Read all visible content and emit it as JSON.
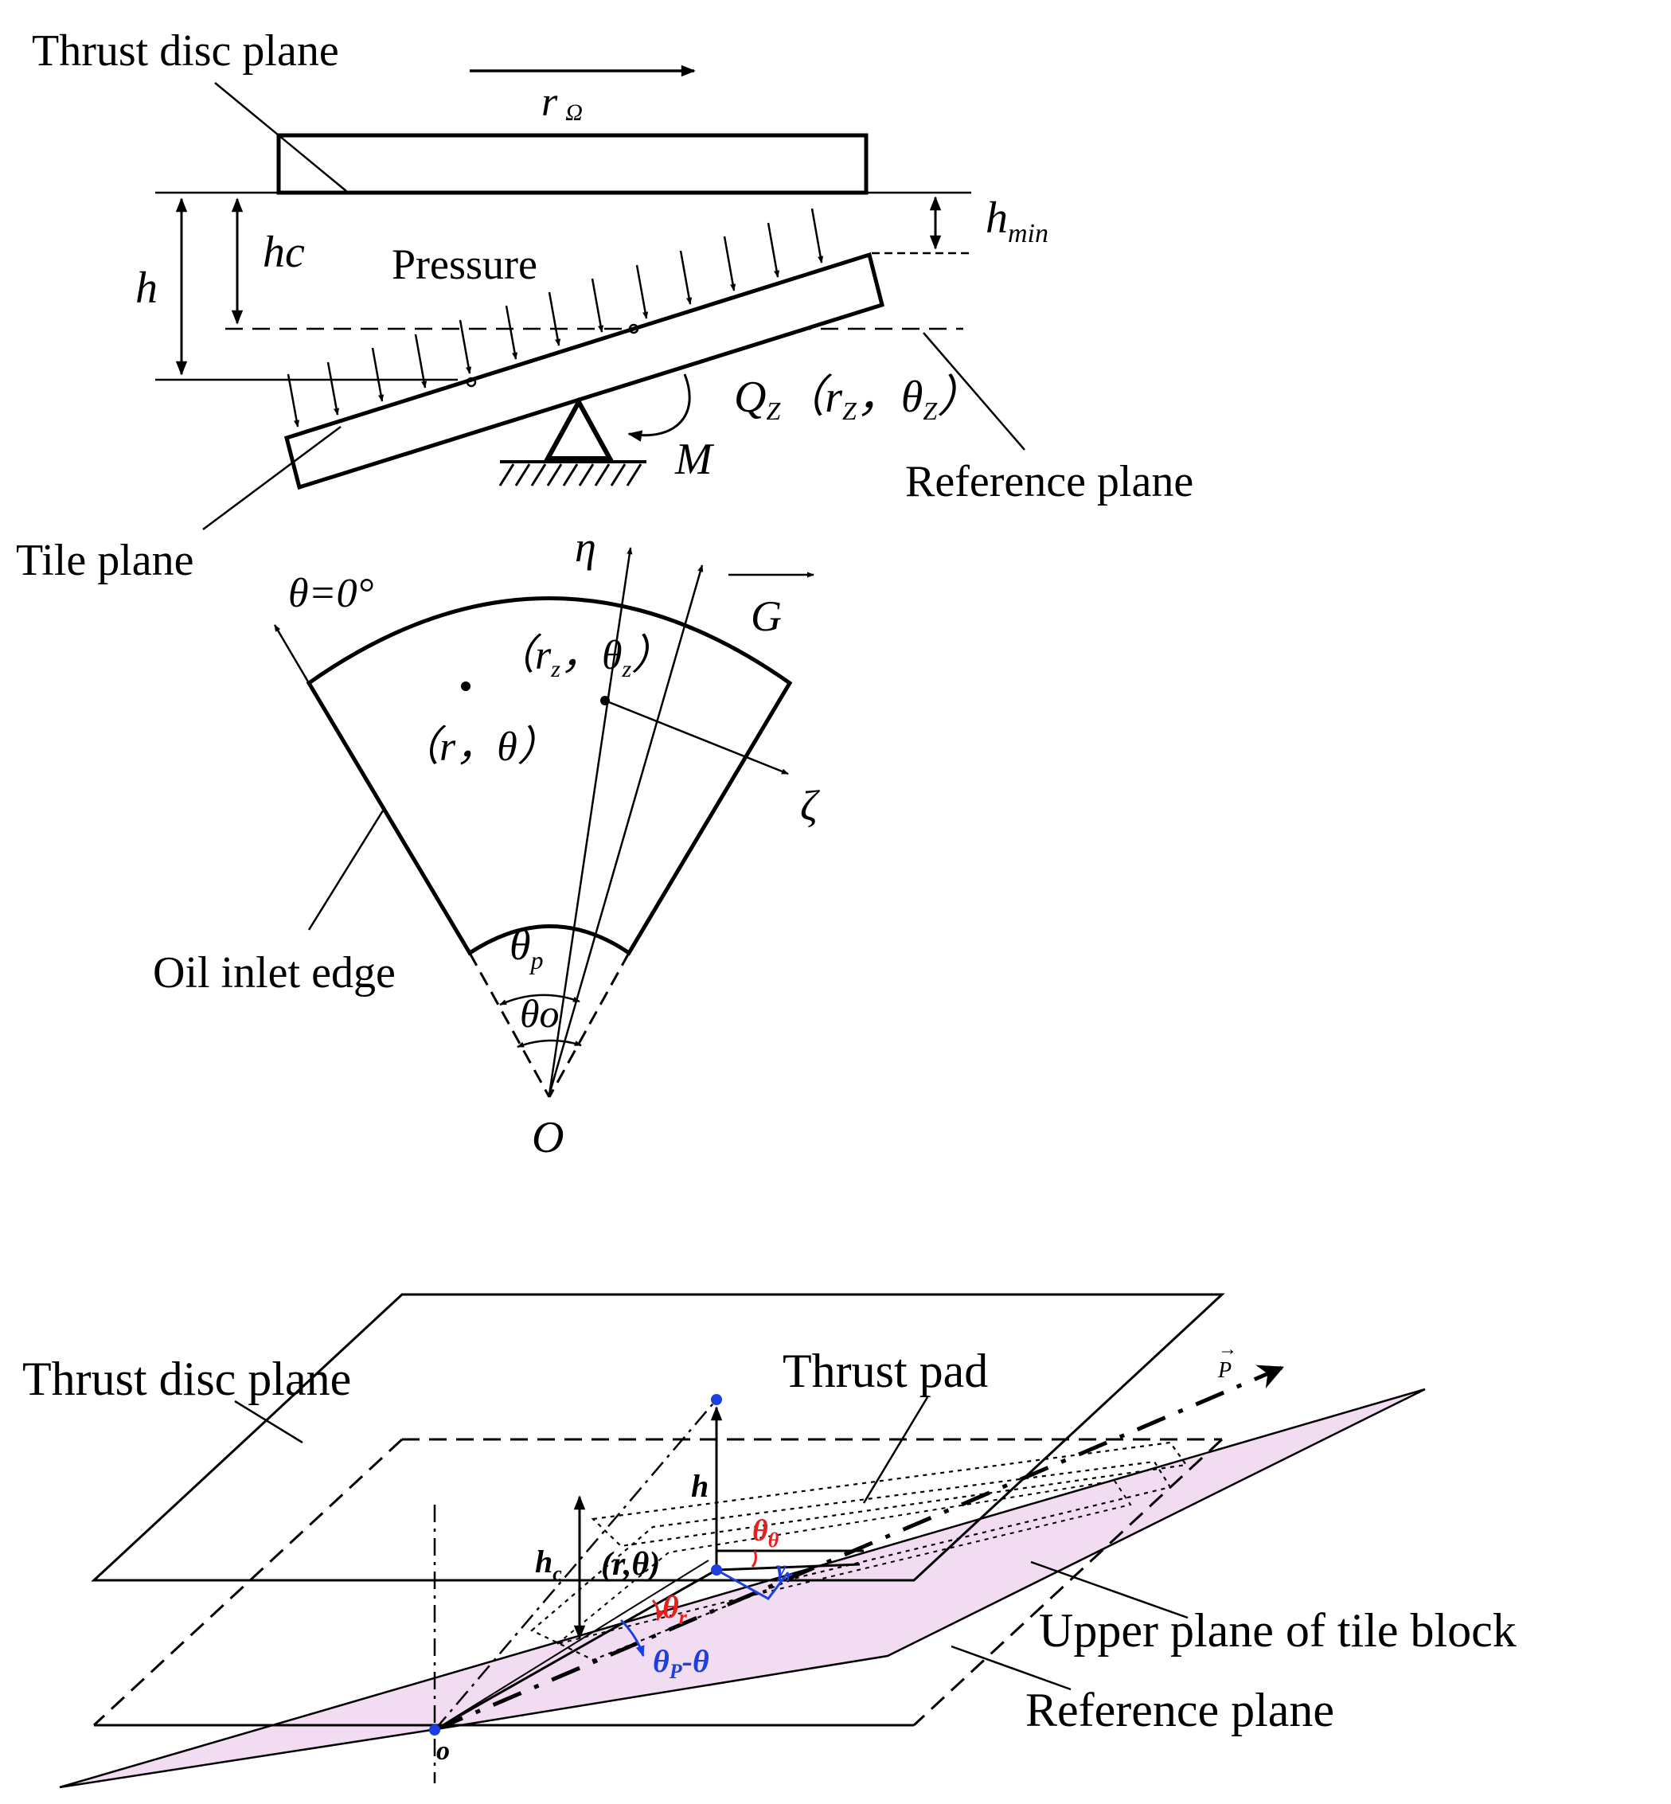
{
  "colors": {
    "ink": "#000000",
    "pad_fill": "#f1dcf1",
    "angle_red": "#e8201c",
    "angle_blue": "#1c3fe0",
    "point_blue": "#1c3fe0"
  },
  "top_diagram": {
    "thrust_disc_plane": "Thrust disc plane",
    "r_omega_main": "r",
    "r_omega_sub": "Ω",
    "h": "h",
    "hc": "hc",
    "h_min_main": "h",
    "h_min_sub": "min",
    "pressure": "Pressure",
    "qz": "Q",
    "qz_sub": "Z",
    "qz_coords_open": "（r",
    "qz_coords_sub1": "Z",
    "qz_coords_mid": "，θ",
    "qz_coords_sub2": "Z",
    "qz_coords_close": "）",
    "m": "M",
    "reference_plane": "Reference plane",
    "tile_plane": "Tile plane"
  },
  "middle_diagram": {
    "eta": "η",
    "theta_zero": "θ=0°",
    "g": "G",
    "rz_open": "（r",
    "rz_sub1": "z",
    "rz_mid": "，θ",
    "rz_sub2": "z",
    "rz_close": "）",
    "r_theta": "（r，θ）",
    "zeta": "ζ",
    "oil_inlet_edge": "Oil inlet edge",
    "theta_p": "θ",
    "theta_p_sub": "p",
    "theta_o": "θo",
    "origin": "O"
  },
  "bottom_diagram": {
    "thrust_disc_plane": "Thrust disc plane",
    "thrust_pad": "Thrust pad",
    "p_vec": "P",
    "h": "h",
    "hc": "h",
    "hc_sub": "c",
    "r_theta": "(r,θ)",
    "theta_theta": "θ",
    "theta_theta_sub": "θ",
    "gamma_r": "γ",
    "gamma_r_sub": "r",
    "theta_r": "θ",
    "theta_r_sub": "r",
    "theta_p_minus": "θ",
    "theta_p_minus_sub": "P",
    "theta_p_minus_tail": "-θ",
    "upper_plane": "Upper plane of tile block",
    "reference_plane": "Reference plane",
    "origin": "o"
  }
}
